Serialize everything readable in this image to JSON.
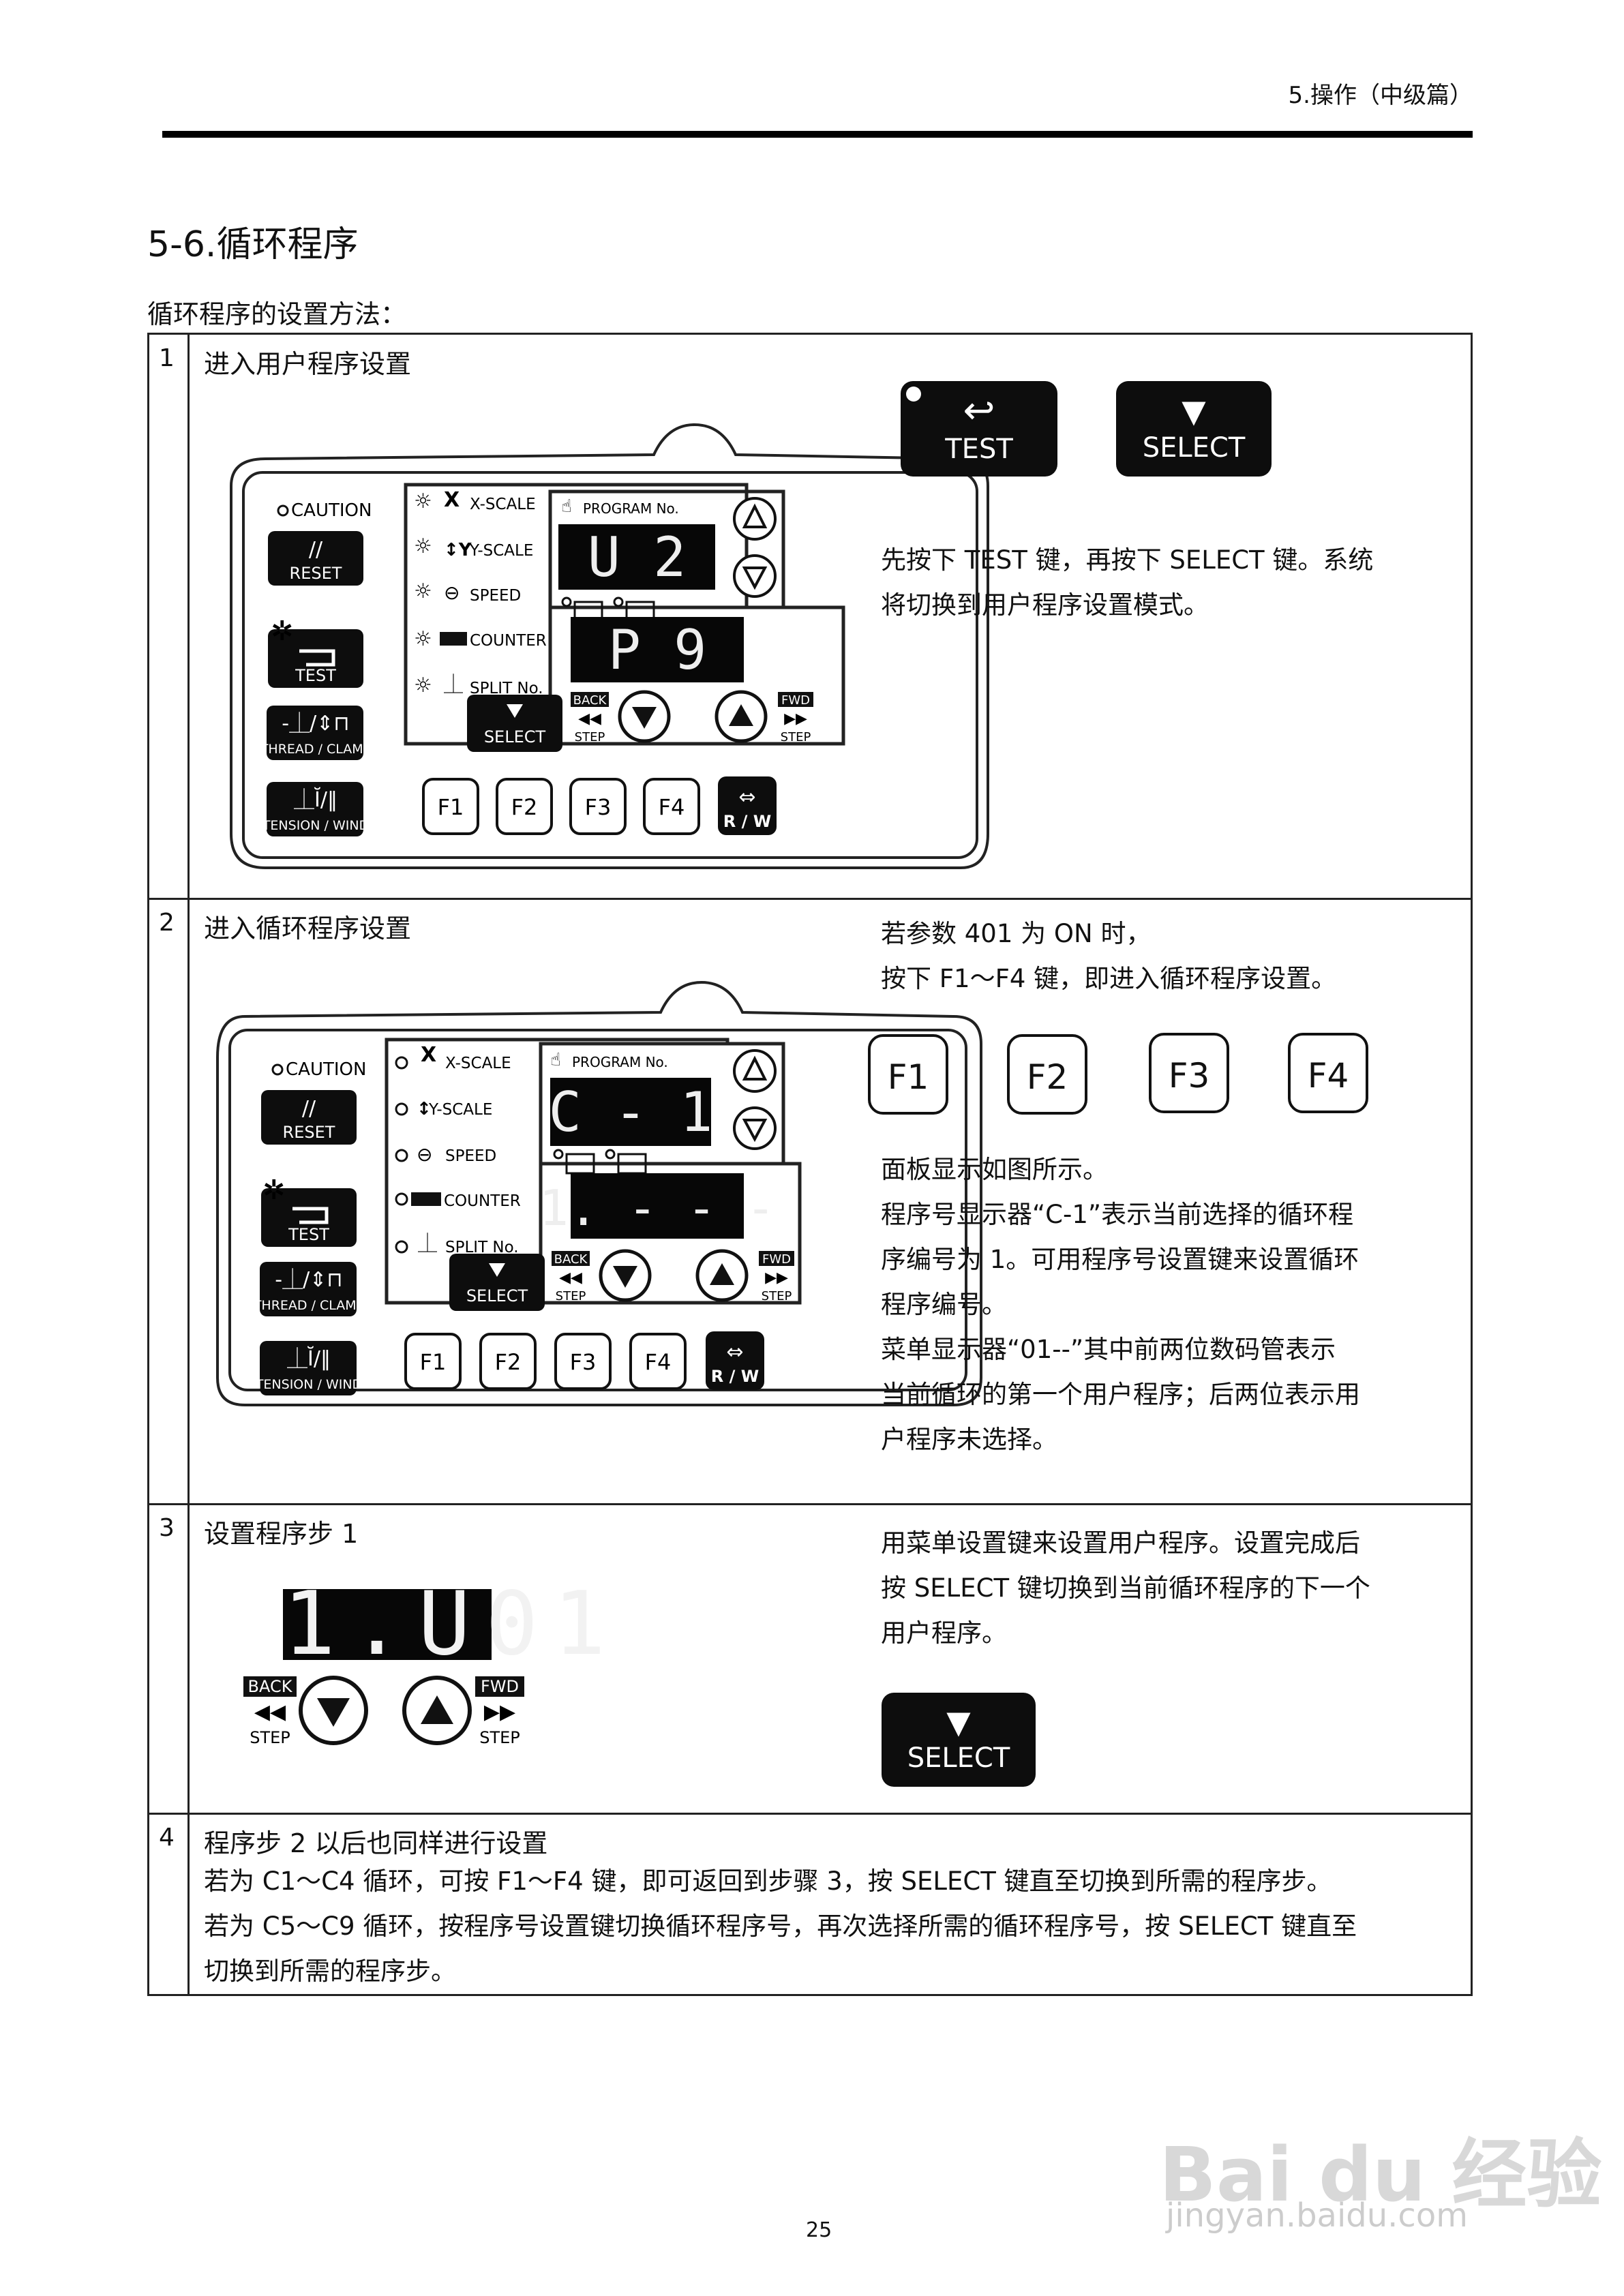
{
  "header": "5.操作（中级篇）",
  "section_title": "5-6.循环程序",
  "intro": "循环程序的设置方法：",
  "rows": [
    {
      "num": "1",
      "title": "进入用户程序设置",
      "desc": [
        "先按下 TEST 键，再按下 SELECT 键。系统",
        "将切换到用户程序设置模式。"
      ]
    },
    {
      "num": "2",
      "title": "进入循环程序设置",
      "desc_top": [
        "若参数 401 为 ON 时，",
        "按下 F1～F4 键，即进入循环程序设置。"
      ],
      "desc": [
        "面板显示如图所示。",
        "程序号显示器“C-1”表示当前选择的循环程",
        "序编号为 1。可用程序号设置键来设置循环",
        "程序编号。",
        "菜单显示器“01--”其中前两位数码管表示",
        "当前循环的第一个用户程序；后两位表示用",
        "户程序未选择。"
      ]
    },
    {
      "num": "3",
      "title": "设置程序步 1",
      "desc": [
        "用菜单设置键来设置用户程序。设置完成后",
        "按 SELECT 键切换到当前循环程序的下一个",
        "用户程序。"
      ]
    },
    {
      "num": "4",
      "title": "程序步 2 以后也同样进行设置",
      "desc": [
        "若为 C1～C4 循环，可按 F1～F4 键，即可返回到步骤 3，按 SELECT 键直至切换到所需的程序步。",
        "若为 C5～C9 循环，按程序号设置键切换循环程序号，再次选择所需的循环程序号，按 SELECT 键直至",
        "切换到所需的程序步。"
      ]
    }
  ],
  "keys": {
    "test": "TEST",
    "select": "SELECT",
    "f1": "F1",
    "f2": "F2",
    "f3": "F3",
    "f4": "F4"
  },
  "panel_labels": {
    "caution": "CAUTION",
    "reset": "RESET",
    "test": "TEST",
    "thread_clamp": "THREAD / CLAMP",
    "tension_wind": "TENSION / WIND",
    "x_scale": "X-SCALE",
    "y_scale": "Y-SCALE",
    "speed": "SPEED",
    "counter": "COUNTER",
    "split": "SPLIT No.",
    "program_no": "PROGRAM No.",
    "select": "SELECT",
    "back": "BACK",
    "fwd": "FWD",
    "step": "STEP",
    "rw": "R / W",
    "f1": "F1",
    "f2": "F2",
    "f3": "F3",
    "f4": "F4"
  },
  "panel1": {
    "prog_display": "U 2",
    "menu_display": "P  9"
  },
  "panel2": {
    "prog_display": "C - 1",
    "menu_display": "1. - - -"
  },
  "step3_display": "1.U01",
  "page_number": "25",
  "watermark": {
    "line1": "Bai du 经验",
    "line2": "jingyan.baidu.com"
  }
}
